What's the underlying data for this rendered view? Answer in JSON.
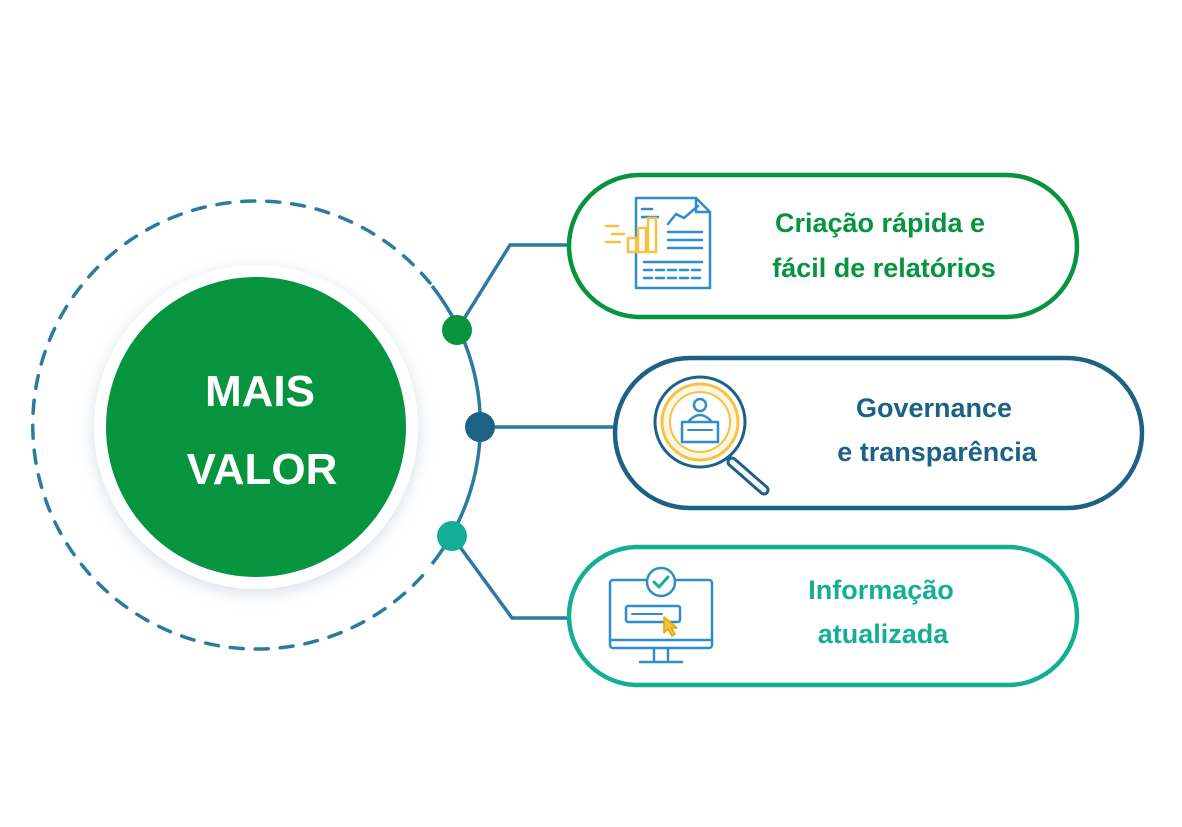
{
  "center": {
    "line1": "MAIS",
    "line2": "VALOR"
  },
  "cards": [
    {
      "line1": "Criação rápida e",
      "line2": "fácil de relatórios",
      "icon": "report-chart-icon",
      "color": "#07943f"
    },
    {
      "line1": "Governance",
      "line2": "e transparência",
      "icon": "magnifier-podium-icon",
      "color": "#1c6186"
    },
    {
      "line1": "Informação",
      "line2": "atualizada",
      "icon": "monitor-check-icon",
      "color": "#14ae96"
    }
  ],
  "colors": {
    "center_fill": "#07943f",
    "connector": "#2b7ba0",
    "dashed_ring": "#2b7ba0",
    "icon_yellow": "#f5c342",
    "icon_blue": "#2f8dc9"
  }
}
